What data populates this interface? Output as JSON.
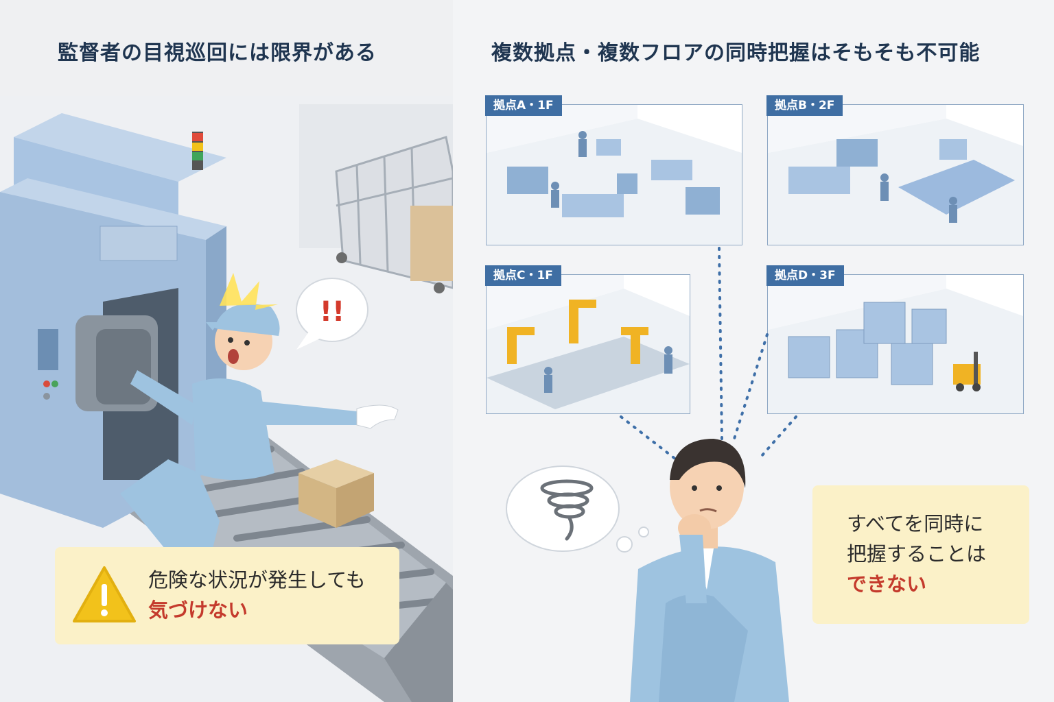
{
  "left_panel": {
    "heading": "監督者の目視巡回には限界がある",
    "speech_bubble": "!!",
    "callout": {
      "line1": "危険な状況が発生しても",
      "line2_alert": "気づけない"
    }
  },
  "right_panel": {
    "heading": "複数拠点・複数フロアの同時把握はそもそも不可能",
    "sites": [
      {
        "label": "拠点A・1F"
      },
      {
        "label": "拠点B・2F"
      },
      {
        "label": "拠点C・1F"
      },
      {
        "label": "拠点D・3F"
      }
    ],
    "callout": {
      "line1": "すべてを同時に",
      "line2": "把握することは",
      "line3_alert": "できない"
    }
  },
  "colors": {
    "heading": "#1f3550",
    "machine": "#a9c4e2",
    "uniform": "#9ec3e0",
    "label_bg": "#3f6ea3",
    "callout_bg": "#fbf1c8",
    "alert_text": "#c43a2c",
    "warning_yellow": "#f2c21b"
  }
}
